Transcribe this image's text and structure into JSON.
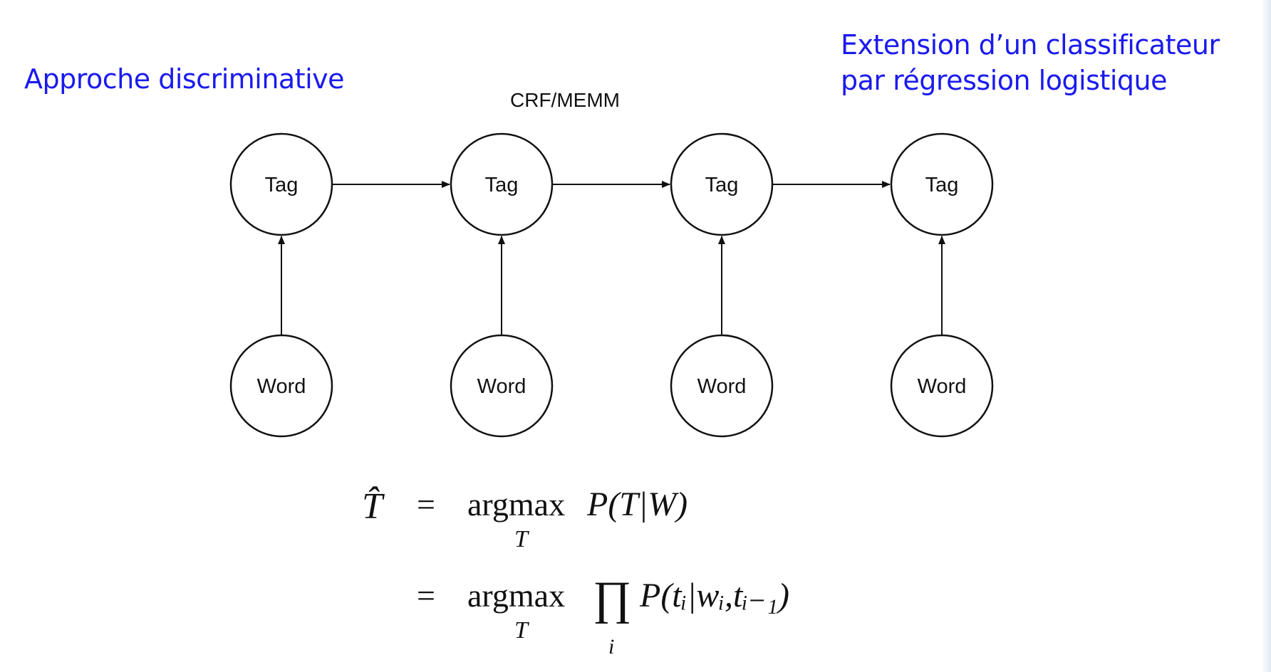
{
  "headings": {
    "left": "Approche discriminative",
    "right_line1": "Extension d’un classificateur",
    "right_line2": "par régression logistique"
  },
  "diagram": {
    "label": "CRF/MEMM",
    "tag_label": "Tag",
    "word_label": "Word",
    "columns": 4
  },
  "equation": {
    "lhs": "T̂",
    "eq_sign": "=",
    "argmax": "argmax",
    "argmax_sub": "T",
    "rhs1": "P(T|W)",
    "rhs2_prod": "∏",
    "prod_sub": "i",
    "rhs2": "P(tᵢ|wᵢ,tᵢ₋₁)"
  },
  "colors": {
    "heading": "#1a1aee",
    "ink": "#111111"
  }
}
